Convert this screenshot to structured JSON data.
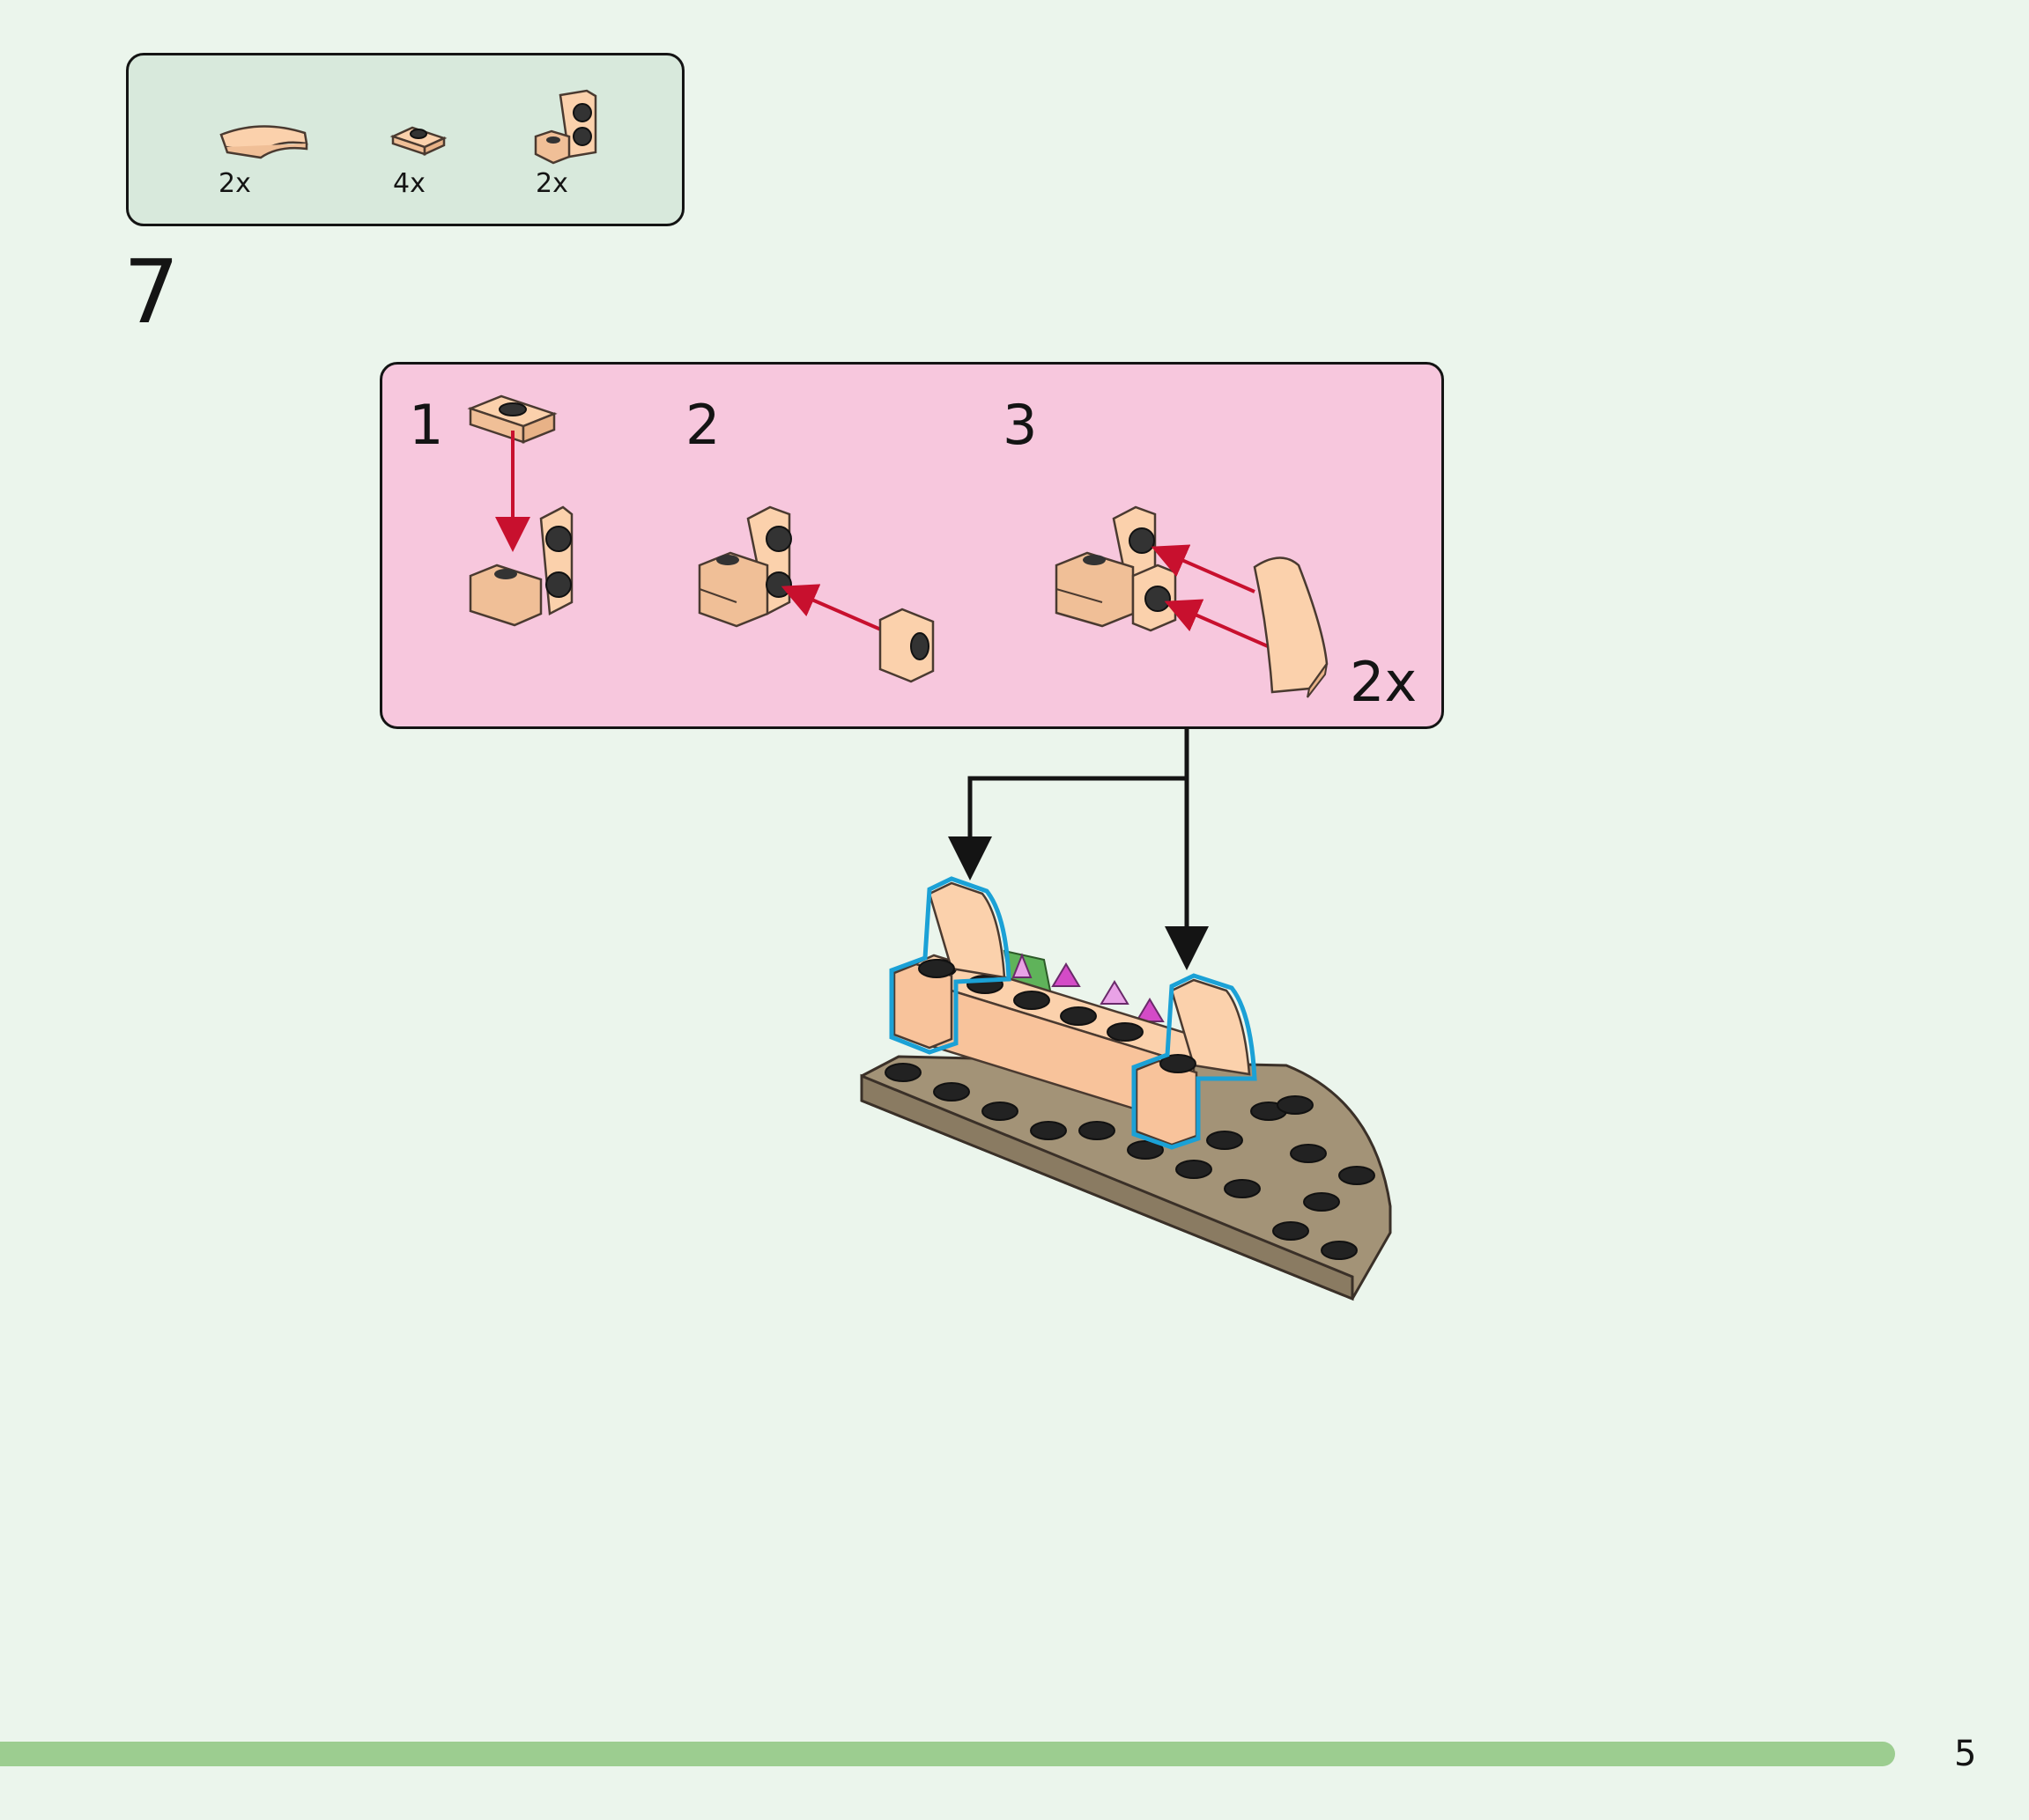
{
  "parts_list": {
    "items": [
      {
        "part": "curved-slope-1x2",
        "color": "#fbd1ac",
        "qty": "2x"
      },
      {
        "part": "plate-1x1",
        "color": "#fbd1ac",
        "qty": "4x"
      },
      {
        "part": "bracket-1x1-1x2",
        "color": "#fbd1ac",
        "qty": "2x"
      }
    ]
  },
  "step": {
    "number": "7"
  },
  "sub_assembly": {
    "steps": [
      {
        "number": "1"
      },
      {
        "number": "2"
      },
      {
        "number": "3"
      }
    ],
    "multiplier": "2x"
  },
  "colors": {
    "background": "#ebf5ec",
    "parts_box": "#d8e9dc",
    "sub_box": "#f7c7dd",
    "brick": "#fbd1ac",
    "base": "#a39377",
    "stud": "#222222",
    "arrow": "#c8102e",
    "highlight": "#1ba1d6",
    "progress": "#9ccd90"
  },
  "progress": {
    "fraction": 0.934
  },
  "page": {
    "number": "5"
  }
}
